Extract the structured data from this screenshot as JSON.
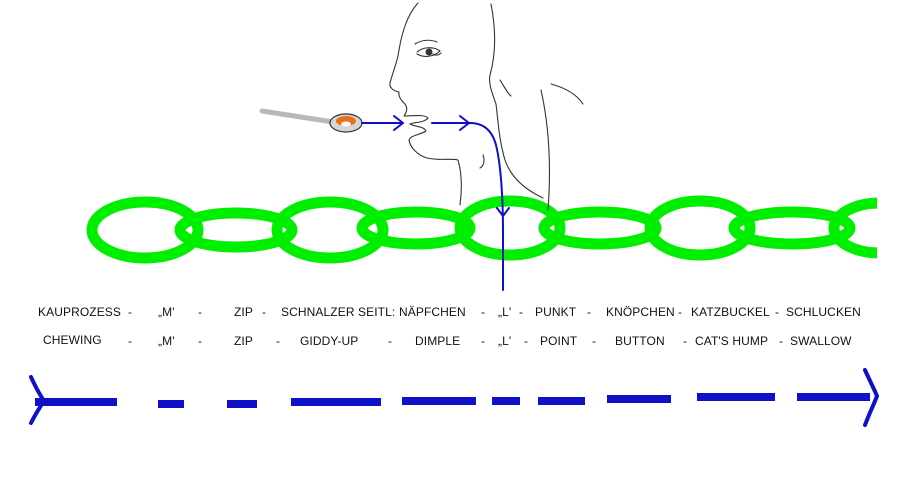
{
  "colors": {
    "chain": "#00ee00",
    "arrow": "#1010c8",
    "outline": "#333333",
    "spoon": "#b8b8b8",
    "food": "#e8701a",
    "text": "#111111"
  },
  "rows": {
    "german": {
      "label": "KAUPROZESS",
      "items": [
        "-",
        "„M'",
        "-",
        "ZIP",
        "-",
        "SCHNALZER SEITL:",
        "NÄPFCHEN",
        "-",
        "„L'",
        "-",
        "PUNKT",
        "-",
        "KNÖPCHEN",
        "-",
        "KATZBUCKEL",
        "-",
        "SCHLUCKEN"
      ]
    },
    "english": {
      "label": "CHEWING",
      "items": [
        "-",
        "„M'",
        "-",
        "ZIP",
        "-",
        "GIDDY-UP",
        "-",
        "DIMPLE",
        "-",
        "„L'",
        "-",
        "POINT",
        "-",
        "BUTTON",
        "-",
        "CAT'S HUMP",
        "-",
        "SWALLOW"
      ]
    }
  },
  "icons": {
    "head": "head-profile-icon",
    "spoon": "spoon-icon",
    "chain": "chain-icon",
    "timeline": "dashed-arrow-icon"
  }
}
